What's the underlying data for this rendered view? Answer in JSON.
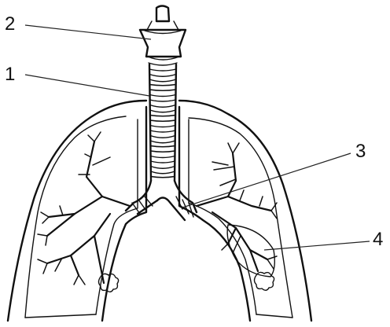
{
  "labels": {
    "l1": "1",
    "l2": "2",
    "l3": "3",
    "l4": "4"
  },
  "colors": {
    "line": "#111111",
    "background": "#ffffff"
  }
}
